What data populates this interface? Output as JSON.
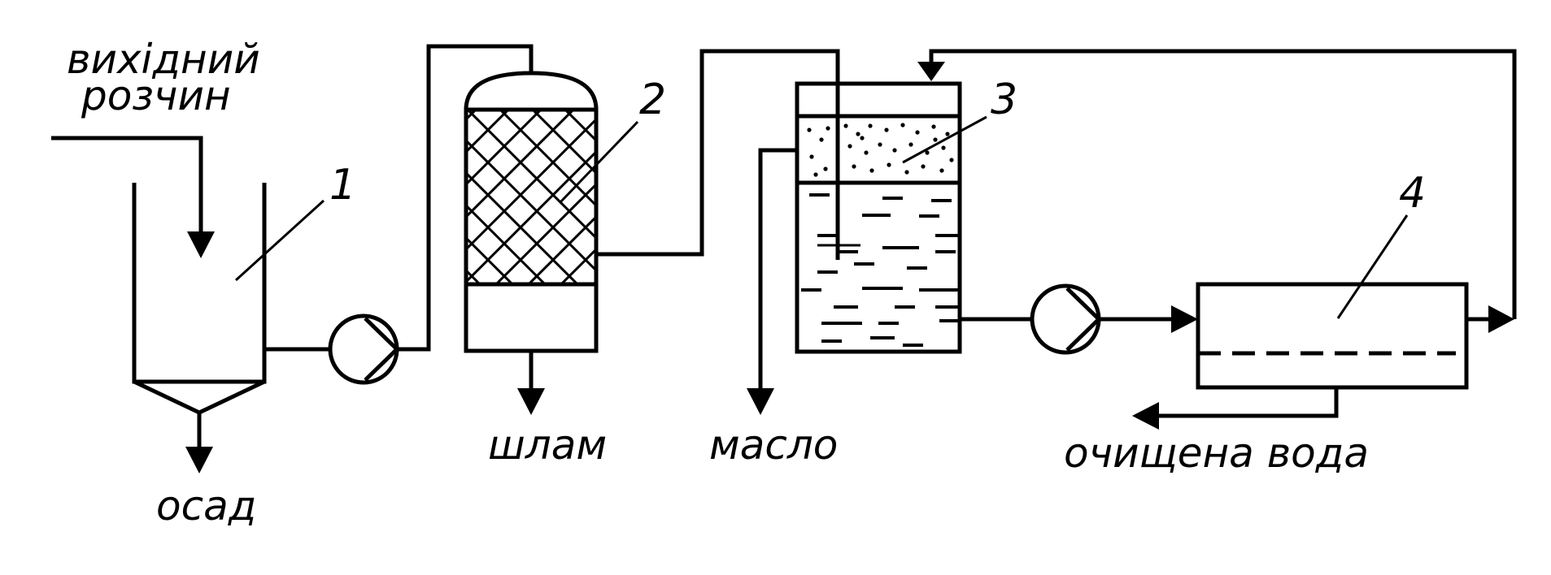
{
  "labels": {
    "input_line1": "вихідний",
    "input_line2": "розчин",
    "sediment": "осад",
    "sludge": "шлам",
    "oil": "масло",
    "treated_water": "очищена вода"
  },
  "numbers": {
    "n1": "1",
    "n2": "2",
    "n3": "3",
    "n4": "4"
  },
  "colors": {
    "ink": "#000000",
    "background": "#ffffff"
  }
}
